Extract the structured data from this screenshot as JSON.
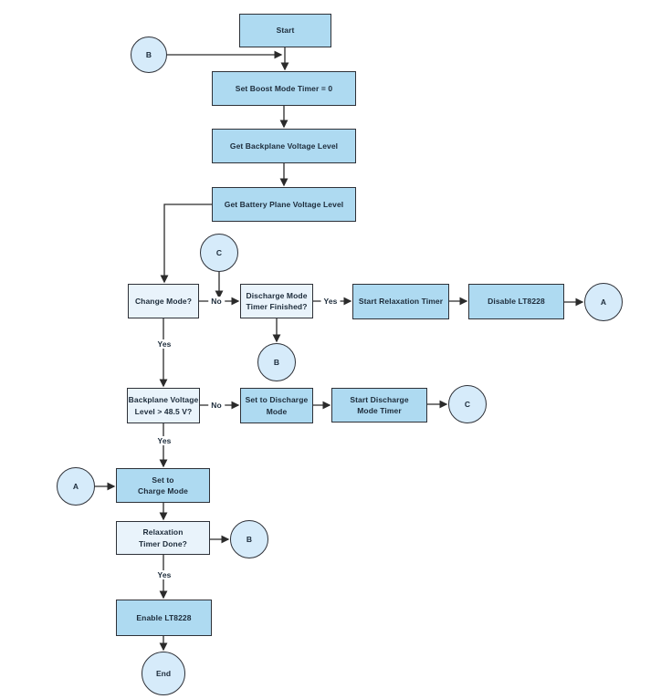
{
  "flowchart": {
    "nodes": {
      "start": {
        "label": "Start",
        "type": "terminator"
      },
      "set_boost_timer": {
        "label": "Set Boost Mode Timer = 0",
        "type": "process"
      },
      "get_backplane": {
        "label": "Get Backplane Voltage Level",
        "type": "process"
      },
      "get_battery_plane": {
        "label": "Get Battery Plane Voltage Level",
        "type": "process"
      },
      "change_mode": {
        "label": "Change Mode?",
        "type": "decision"
      },
      "discharge_timer_finished": {
        "label": "Discharge Mode\nTimer Finished?",
        "type": "decision"
      },
      "start_relaxation_timer": {
        "label": "Start Relaxation Timer",
        "type": "process"
      },
      "disable_lt8228": {
        "label": "Disable LT8228",
        "type": "process"
      },
      "backplane_gt_48_5": {
        "label": "Backplane Voltage\nLevel > 48.5 V?",
        "type": "decision"
      },
      "set_discharge_mode": {
        "label": "Set to Discharge\nMode",
        "type": "process"
      },
      "start_discharge_timer": {
        "label": "Start Discharge\nMode Timer",
        "type": "process"
      },
      "set_charge_mode": {
        "label": "Set to\nCharge Mode",
        "type": "process"
      },
      "relaxation_timer_done": {
        "label": "Relaxation\nTimer Done?",
        "type": "decision"
      },
      "enable_lt8228": {
        "label": "Enable LT8228",
        "type": "process"
      },
      "end": {
        "label": "End",
        "type": "terminator"
      }
    },
    "connectors": {
      "b_top": "B",
      "c_top": "C",
      "b_mid": "B",
      "a_right": "A",
      "c_right": "C",
      "a_left": "A",
      "b_right": "B"
    },
    "edge_labels": {
      "change_mode_no": "No",
      "discharge_finished_yes": "Yes",
      "change_mode_yes": "Yes",
      "backplane_no": "No",
      "backplane_yes": "Yes",
      "relaxation_yes": "Yes"
    },
    "colors": {
      "process_fill": "#aedaf1",
      "decision_fill": "#e9f3fb",
      "connector_fill": "#d6ebfa",
      "border": "#2e3138",
      "line": "#2b2b2b",
      "text": "#1c2b3a",
      "background": "#ffffff"
    }
  }
}
